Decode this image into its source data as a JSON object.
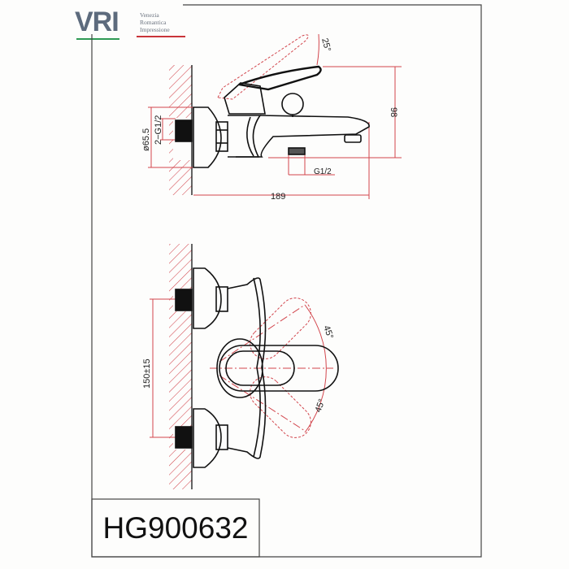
{
  "logo": {
    "mark": "VRI",
    "lines": [
      "Venezia",
      "Romantica",
      "Impressione"
    ],
    "colors": {
      "mark": "#5d6b7d",
      "green": "#2f9a55",
      "red": "#c9343a"
    }
  },
  "drawing": {
    "side_view": {
      "dimensions": {
        "lever_angle": "25°",
        "height": "98",
        "depth": "189",
        "outlet_thread": "G1/2",
        "flange_diameter": "ø65.5",
        "inlet_thread": "2−G1/2"
      }
    },
    "front_view": {
      "dimensions": {
        "inlet_spacing": "150±15",
        "lever_angle_up": "45°",
        "lever_angle_down": "45°"
      }
    },
    "colors": {
      "outline": "#111111",
      "dimension": "#d2454c",
      "frame": "#444444"
    }
  },
  "title_block": {
    "model_number": "HG900632"
  }
}
